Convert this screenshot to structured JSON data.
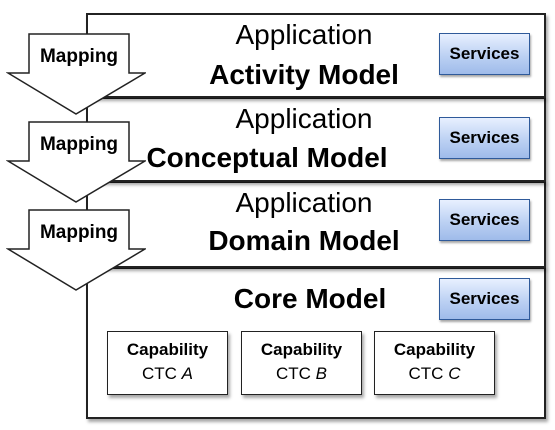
{
  "layers": [
    {
      "title_top": "Application",
      "title_bottom": "Activity Model",
      "services_label": "Services"
    },
    {
      "title_top": "Application",
      "title_bottom": "Conceptual Model",
      "services_label": "Services"
    },
    {
      "title_top": "Application",
      "title_bottom": "Domain Model",
      "services_label": "Services"
    },
    {
      "title_bottom": "Core Model",
      "services_label": "Services"
    }
  ],
  "arrows": [
    {
      "label": "Mapping"
    },
    {
      "label": "Mapping"
    },
    {
      "label": "Mapping"
    }
  ],
  "capabilities": [
    {
      "title": "Capability",
      "prefix": "CTC",
      "letter": "A"
    },
    {
      "title": "Capability",
      "prefix": "CTC",
      "letter": "B"
    },
    {
      "title": "Capability",
      "prefix": "CTC",
      "letter": "C"
    }
  ],
  "colors": {
    "services_fill": "#bcd1f3",
    "services_border": "#2f5a9a",
    "outline": "#222222"
  }
}
